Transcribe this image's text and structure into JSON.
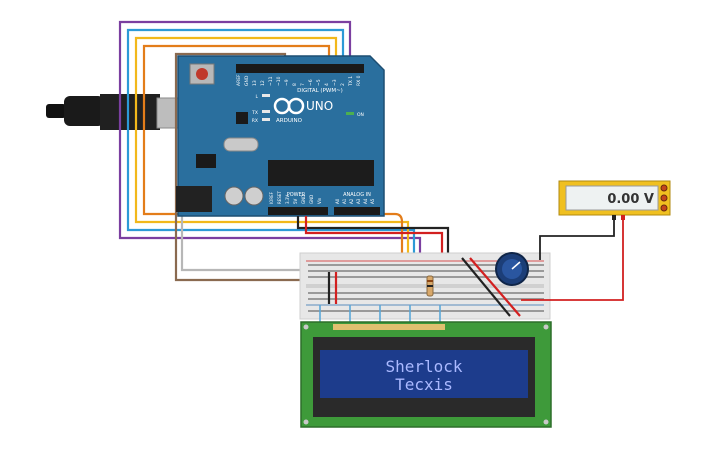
{
  "arduino": {
    "brand": "ARDUINO",
    "model": "UNO",
    "digital_label": "DIGITAL (PWM~)",
    "analog_label": "ANALOG IN",
    "power_label": "POWER",
    "on_label": "ON",
    "led_labels": [
      "L",
      "TX",
      "RX"
    ],
    "header_pins": [
      "AREF",
      "GND",
      "13",
      "12",
      "~11",
      "~10",
      "~9",
      "8",
      "7",
      "~6",
      "~5",
      "4",
      "~3",
      "2",
      "TX 1",
      "RX 0"
    ],
    "power_pins": [
      "IOREF",
      "RESET",
      "3.3V",
      "5V",
      "GND",
      "GND",
      "Vin"
    ],
    "analog_pins": [
      "A0",
      "A1",
      "A2",
      "A3",
      "A4",
      "A5"
    ]
  },
  "multimeter": {
    "reading": "0.00 V"
  },
  "lcd": {
    "line1": "Sherlock",
    "line2": "Tecxis"
  },
  "colors": {
    "board_blue": "#2a6f9e",
    "lcd_bg": "#1d3c8c",
    "lcd_text": "#aab9ff",
    "lcd_pcb": "#3e9a3a",
    "wire_purple": "#7b3fa0",
    "wire_cyan": "#2d9ad6",
    "wire_yellow": "#f2b81b",
    "wire_orange": "#e37d1a",
    "wire_brown": "#8a6a50",
    "wire_red": "#d22020",
    "wire_black": "#222222"
  }
}
